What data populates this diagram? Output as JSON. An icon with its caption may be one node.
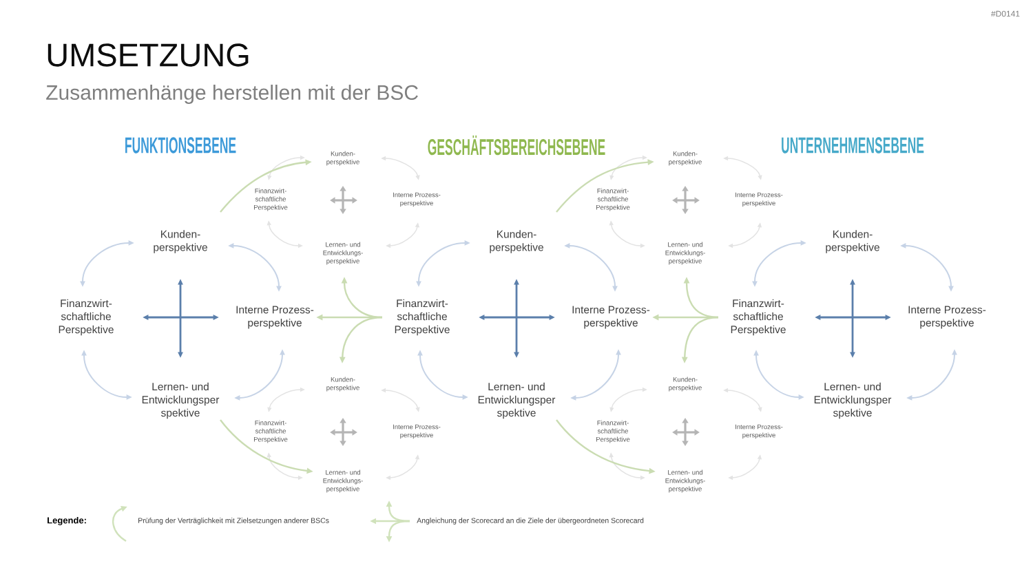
{
  "diagram": {
    "title": "UMSETZUNG",
    "nodes": [
      {
        "text": [
          "Kunden- perspektive"
        ]
      },
      {
        "text": [
          "Finanzwirt- schaftliche Perspektive"
        ]
      },
      {
        "text": [
          "Interne Prozess- perspektive"
        ]
      },
      {
        "text": [
          "Lernen- und Entwicklungsper spektive"
        ]
      },
      {
        "text": [
          "Kunden- perspektive"
        ]
      },
      {
        "text": [
          "Finanzwirt- schaftliche Perspektive"
        ]
      },
      {
        "text": [
          "Interne Prozess- perspektive"
        ]
      },
      {
        "text": [
          "Lernen- und Entwicklungs- perspektive"
        ]
      },
      {
        "text": [
          "Kunden- perspektive"
        ]
      },
      {
        "text": [
          "Finanzwirt- schaftliche Perspektive"
        ]
      },
      {
        "text": [
          "Interne Prozess- perspektive"
        ]
      },
      {
        "text": [
          "Lernen- und Entwicklungs- perspektive"
        ]
      },
      {
        "text": [
          "Kunden- perspektive"
        ]
      },
      {
        "text": [
          "Finanzwirt- schaftliche Perspektive"
        ]
      },
      {
        "text": [
          "Interne Prozess- perspektive"
        ]
      },
      {
        "text": [
          "Lernen- und Entwicklungsper spektive"
        ]
      },
      {
        "text": [
          "Kunden- perspektive"
        ]
      },
      {
        "text": [
          "Finanzwirt- schaftliche Perspektive"
        ]
      },
      {
        "text": [
          "Interne Prozess- perspektive"
        ]
      },
      {
        "text": [
          "Lernen- und Entwicklungs- perspektive"
        ]
      },
      {
        "text": [
          "Kunden- perspektive"
        ]
      },
      {
        "text": [
          "Finanzwirt- schaftliche Perspektive"
        ]
      },
      {
        "text": [
          "Interne Prozess- perspektive"
        ]
      },
      {
        "text": [
          "Lernen- und Entwicklungs- perspektive"
        ]
      },
      {
        "text": [
          "Kunden- perspektive"
        ]
      },
      {
        "text": [
          "Finanzwirt- schaftliche Perspektive"
        ]
      },
      {
        "text": [
          "Interne Prozess- perspektive"
        ]
      },
      {
        "text": [
          "Lernen- und Entwicklungsper spektive"
        ]
      }
    ],
    "edges": [
      {
        "from": 1,
        "to": 0,
        "arrow": "both",
        "color": "#c6d3e6"
      },
      {
        "from": 0,
        "to": 2,
        "arrow": "both",
        "color": "#c6d3e6"
      },
      {
        "from": 2,
        "to": 3,
        "arrow": "both",
        "color": "#c6d3e6"
      },
      {
        "from": 3,
        "to": 1,
        "arrow": "both",
        "color": "#c6d3e6"
      },
      {
        "from": 0,
        "to": 3,
        "arrow": "both",
        "color": "#5b7fab"
      },
      {
        "from": 1,
        "to": 2,
        "arrow": "both",
        "color": "#5b7fab"
      },
      {
        "from": 5,
        "to": 4,
        "arrow": "both"
      },
      {
        "from": 4,
        "to": 6,
        "arrow": "both"
      },
      {
        "from": 6,
        "to": 7,
        "arrow": "both"
      },
      {
        "from": 7,
        "to": 5,
        "arrow": "both"
      },
      {
        "from": 9,
        "to": 8,
        "arrow": "both"
      },
      {
        "from": 8,
        "to": 10,
        "arrow": "both"
      },
      {
        "from": 10,
        "to": 11,
        "arrow": "both"
      },
      {
        "from": 11,
        "to": 9,
        "arrow": "both"
      },
      {
        "from": 13,
        "to": 12,
        "arrow": "both",
        "color": "#c6d3e6"
      },
      {
        "from": 12,
        "to": 14,
        "arrow": "both",
        "color": "#c6d3e6"
      },
      {
        "from": 14,
        "to": 15,
        "arrow": "both",
        "color": "#c6d3e6"
      },
      {
        "from": 15,
        "to": 13,
        "arrow": "both",
        "color": "#c6d3e6"
      },
      {
        "from": 12,
        "to": 15,
        "arrow": "both",
        "color": "#5b7fab"
      },
      {
        "from": 13,
        "to": 14,
        "arrow": "both",
        "color": "#5b7fab"
      },
      {
        "from": 17,
        "to": 16,
        "arrow": "both"
      },
      {
        "from": 16,
        "to": 18,
        "arrow": "both"
      },
      {
        "from": 18,
        "to": 19,
        "arrow": "both"
      },
      {
        "from": 19,
        "to": 17,
        "arrow": "both"
      },
      {
        "from": 21,
        "to": 20,
        "arrow": "both"
      },
      {
        "from": 20,
        "to": 22,
        "arrow": "both"
      },
      {
        "from": 22,
        "to": 23,
        "arrow": "both"
      },
      {
        "from": 23,
        "to": 21,
        "arrow": "both"
      },
      {
        "from": 25,
        "to": 24,
        "arrow": "both",
        "color": "#c6d3e6"
      },
      {
        "from": 24,
        "to": 26,
        "arrow": "both",
        "color": "#c6d3e6"
      },
      {
        "from": 26,
        "to": 27,
        "arrow": "both",
        "color": "#c6d3e6"
      },
      {
        "from": 27,
        "to": 25,
        "arrow": "both",
        "color": "#c6d3e6"
      },
      {
        "from": 24,
        "to": 27,
        "arrow": "both",
        "color": "#5b7fab"
      },
      {
        "from": 25,
        "to": 26,
        "arrow": "both",
        "color": "#5b7fab"
      },
      {
        "from": 0,
        "to": 4,
        "arrow": "to",
        "color": "#cadcb2"
      },
      {
        "from": 3,
        "to": 11,
        "arrow": "to",
        "color": "#cadcb2"
      },
      {
        "from": 13,
        "to": 2,
        "arrow": "to",
        "color": "#cadcb2"
      },
      {
        "from": 13,
        "to": 7,
        "arrow": "to",
        "color": "#cadcb2"
      },
      {
        "from": 13,
        "to": 8,
        "arrow": "to",
        "color": "#cadcb2"
      },
      {
        "from": 12,
        "to": 16,
        "arrow": "to",
        "color": "#cadcb2"
      },
      {
        "from": 15,
        "to": 23,
        "arrow": "to",
        "color": "#cadcb2"
      },
      {
        "from": 25,
        "to": 14,
        "arrow": "to",
        "color": "#cadcb2"
      },
      {
        "from": 25,
        "to": 19,
        "arrow": "to",
        "color": "#cadcb2"
      },
      {
        "from": 25,
        "to": 20,
        "arrow": "to",
        "color": "#cadcb2"
      }
    ],
    "labels": [
      "#D0141",
      "Zusammenhänge herstellen mit der BSC",
      "FUNKTIONSEBENE",
      "GESCHÄFTSBEREICHSEBENE",
      "UNTERNEHMENSEBENE",
      "Legende:"
    ],
    "legend": [
      {
        "text": "Prüfung der Verträglichkeit mit Zielsetzungen anderer BSCs"
      },
      {
        "text": "Angleichung der Scorecard an die Ziele der übergeordneten Scorecard"
      }
    ]
  }
}
